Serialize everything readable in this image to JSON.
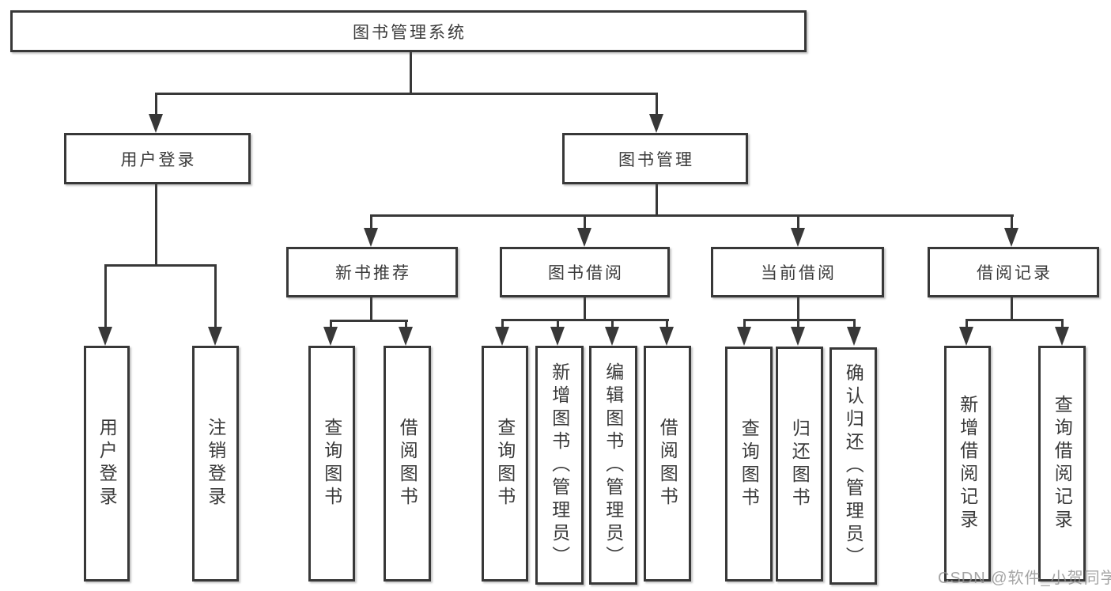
{
  "diagram": {
    "root": {
      "label": "图书管理系统"
    },
    "level1": [
      {
        "label": "用户登录"
      },
      {
        "label": "图书管理"
      }
    ],
    "login_children": [
      {
        "label": "用户登录"
      },
      {
        "label": "注销登录"
      }
    ],
    "mgmt_groups": [
      {
        "label": "新书推荐",
        "children": [
          {
            "label": "查询图书"
          },
          {
            "label": "借阅图书"
          }
        ]
      },
      {
        "label": "图书借阅",
        "children": [
          {
            "label": "查询图书"
          },
          {
            "label": "新增图书（管理员）"
          },
          {
            "label": "编辑图书（管理员）"
          },
          {
            "label": "借阅图书"
          }
        ]
      },
      {
        "label": "当前借阅",
        "children": [
          {
            "label": "查询图书"
          },
          {
            "label": "归还图书"
          },
          {
            "label": "确认归还（管理员）"
          }
        ]
      },
      {
        "label": "借阅记录",
        "children": [
          {
            "label": "新增借阅记录"
          },
          {
            "label": "查询借阅记录"
          }
        ]
      }
    ],
    "watermark": "CSDN @软件_小贺同学",
    "colors": {
      "line": "#383838",
      "text": "#3a3a3a",
      "background": "#ffffff",
      "watermark": "#919191"
    }
  }
}
